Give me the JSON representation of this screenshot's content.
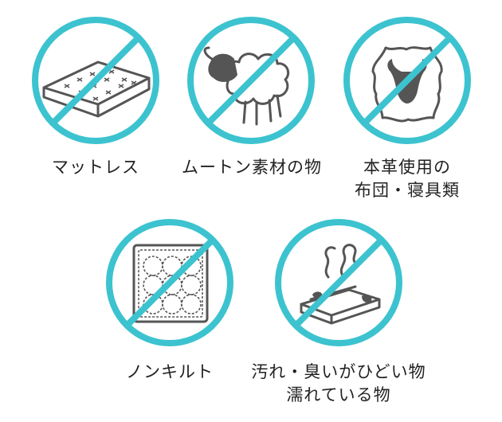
{
  "colors": {
    "prohibit_ring": "#3cc3cf",
    "icon_stroke": "#555555",
    "text": "#222222"
  },
  "items": [
    {
      "icon": "mattress-icon",
      "label_lines": [
        "マットレス"
      ]
    },
    {
      "icon": "sheep-icon",
      "label_lines": [
        "ムートン素材の物"
      ]
    },
    {
      "icon": "leather-bull-icon",
      "label_lines": [
        "本革使用の",
        "布団・寝具類"
      ]
    },
    {
      "icon": "quilt-icon",
      "label_lines": [
        "ノンキルト"
      ]
    },
    {
      "icon": "dirty-smelly-bedding-icon",
      "label_lines": [
        "汚れ・臭いがひどい物",
        "濡れている物"
      ]
    }
  ]
}
